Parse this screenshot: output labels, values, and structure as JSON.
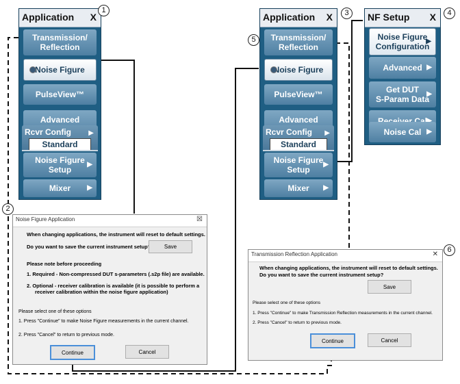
{
  "callouts": [
    "1",
    "2",
    "3",
    "4",
    "5",
    "6"
  ],
  "app_menu_1": {
    "title": "Application",
    "close": "X",
    "items": [
      {
        "label": "Transmission/\nReflection"
      },
      {
        "label": "Noise Figure"
      },
      {
        "label": "PulseView™"
      },
      {
        "label": "Advanced\nFast CW"
      },
      {
        "label": "Rcvr Config",
        "value": "Standard"
      },
      {
        "label": "Noise Figure\nSetup"
      },
      {
        "label": "Mixer"
      }
    ]
  },
  "app_menu_2": {
    "title": "Application",
    "close": "X",
    "items": [
      {
        "label": "Transmission/\nReflection"
      },
      {
        "label": "Noise Figure"
      },
      {
        "label": "PulseView™"
      },
      {
        "label": "Advanced\nFast CW"
      },
      {
        "label": "Rcvr Config",
        "value": "Standard"
      },
      {
        "label": "Noise Figure\nSetup"
      },
      {
        "label": "Mixer"
      }
    ]
  },
  "nf_menu": {
    "title": "NF Setup",
    "close": "X",
    "items": [
      {
        "label": "Noise Figure\nConfiguration"
      },
      {
        "label": "Advanced"
      },
      {
        "label": "Get DUT\nS-Param Data"
      },
      {
        "label": "Receiver Cal"
      },
      {
        "label": "Noise Cal"
      }
    ]
  },
  "arrow": "▶",
  "nf_dialog": {
    "title": "Noise Figure Application",
    "close": "☒",
    "line1": "When changing applications, the instrument will reset to default settings.",
    "line2": "Do you want to save the current instrument setup?",
    "save": "Save",
    "note_heading": "Please note before proceeding",
    "note1": "1. Required - Non-compressed DUT s-parameters (.s2p file) are available.",
    "note2a": "2. Optional  - receiver calibration is available  (it is possible to perform a",
    "note2b": "receiver calibration within the noise figure application)",
    "options_heading": "Please select one of these options",
    "opt1": "1. Press \"Continue\" to make Noise Figure measurements in the current channel.",
    "opt2": "2. Press \"Cancel\" to return to previous mode.",
    "continue": "Continue",
    "cancel": "Cancel"
  },
  "tr_dialog": {
    "title": "Transmission Reflection Application",
    "close": "✕",
    "line1": "When changing applications, the instrument will reset to default settings.",
    "line2": "Do you want to save the current instrument setup?",
    "save": "Save",
    "options_heading": "Please select one of these options",
    "opt1": "1. Press \"Continue\" to make Transmission Reflection  measurements in the current channel.",
    "opt2": "2. Press \"Cancel\" to return to previous mode.",
    "continue": "Continue",
    "cancel": "Cancel"
  }
}
